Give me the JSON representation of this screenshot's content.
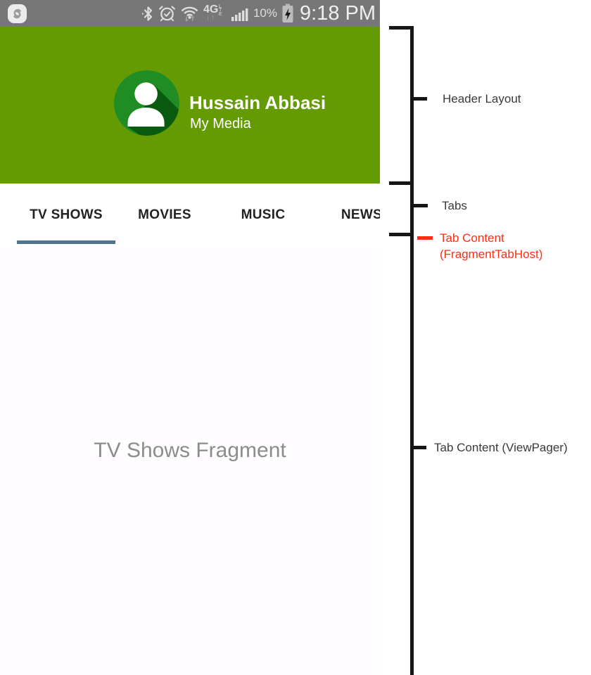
{
  "status_bar": {
    "time": "9:18 PM",
    "battery_percent": "10%",
    "network_label": "4G",
    "network_sublabel": "LTE",
    "network_arrows": "↓↑",
    "icon_names": [
      "sync-icon",
      "bluetooth-icon",
      "alarm-icon",
      "wifi-icon",
      "network-4g-lte-icon",
      "signal-strength-icon",
      "battery-charging-icon"
    ],
    "background": "#777777"
  },
  "header": {
    "name": "Hussain Abbasi",
    "subtitle": "My Media",
    "background": "#649A02",
    "avatar_color": "#1F8C24",
    "avatar_shadow_color": "#0A5B0F"
  },
  "tabs": {
    "indicator_color": "#4A758B",
    "items": [
      {
        "label": "TV SHOWS",
        "selected": true
      },
      {
        "label": "MOVIES",
        "selected": false
      },
      {
        "label": "MUSIC",
        "selected": false
      },
      {
        "label": "NEWS",
        "selected": false
      }
    ]
  },
  "content": {
    "fragment_text": "TV Shows Fragment",
    "text_color": "#8C8C8C"
  },
  "annotations": {
    "line_color": "#161616",
    "highlight_color": "#FF2D12",
    "labels": {
      "header_layout": "Header Layout",
      "tabs": "Tabs",
      "tab_content_host_line1": "Tab Content",
      "tab_content_host_line2": "(FragmentTabHost)",
      "tab_content_viewpager": "Tab Content (ViewPager)"
    }
  }
}
